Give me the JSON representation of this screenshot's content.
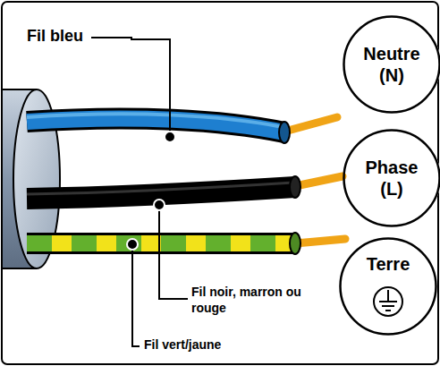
{
  "diagram": {
    "nodes": [
      {
        "text": [
          "Neutre (N)"
        ]
      },
      {
        "text": [
          "Phase (L)"
        ]
      },
      {
        "text": [
          "Terre"
        ]
      }
    ],
    "labels": [
      "Fil bleu",
      "Fil noir, marron ou rouge",
      "Fil vert/jaune"
    ]
  }
}
